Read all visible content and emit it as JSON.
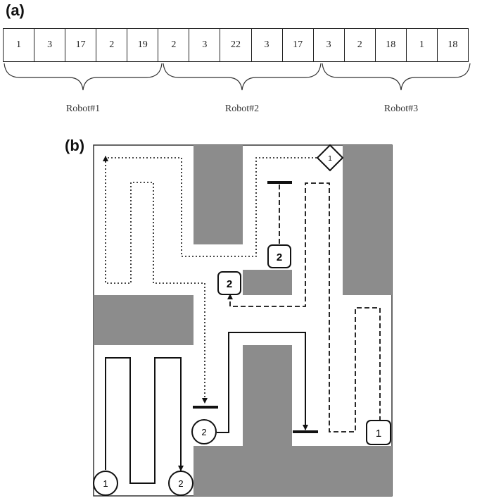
{
  "panel_a": {
    "label": "(a)",
    "cells": [
      "1",
      "3",
      "17",
      "2",
      "19",
      "2",
      "3",
      "22",
      "3",
      "17",
      "3",
      "2",
      "18",
      "1",
      "18"
    ],
    "robots": [
      "Robot#1",
      "Robot#2",
      "Robot#3"
    ]
  },
  "panel_b": {
    "label": "(b)",
    "markers": {
      "diamond": "1",
      "square_top": "2",
      "square_mid": "2",
      "circle_left_2": "2",
      "square_bottom_right": "1",
      "circle_bottom_1": "1",
      "circle_bottom_2": "2"
    }
  },
  "colors": {
    "obstacle": "#8c8c8c",
    "line": "#111111",
    "border": "#333333"
  }
}
